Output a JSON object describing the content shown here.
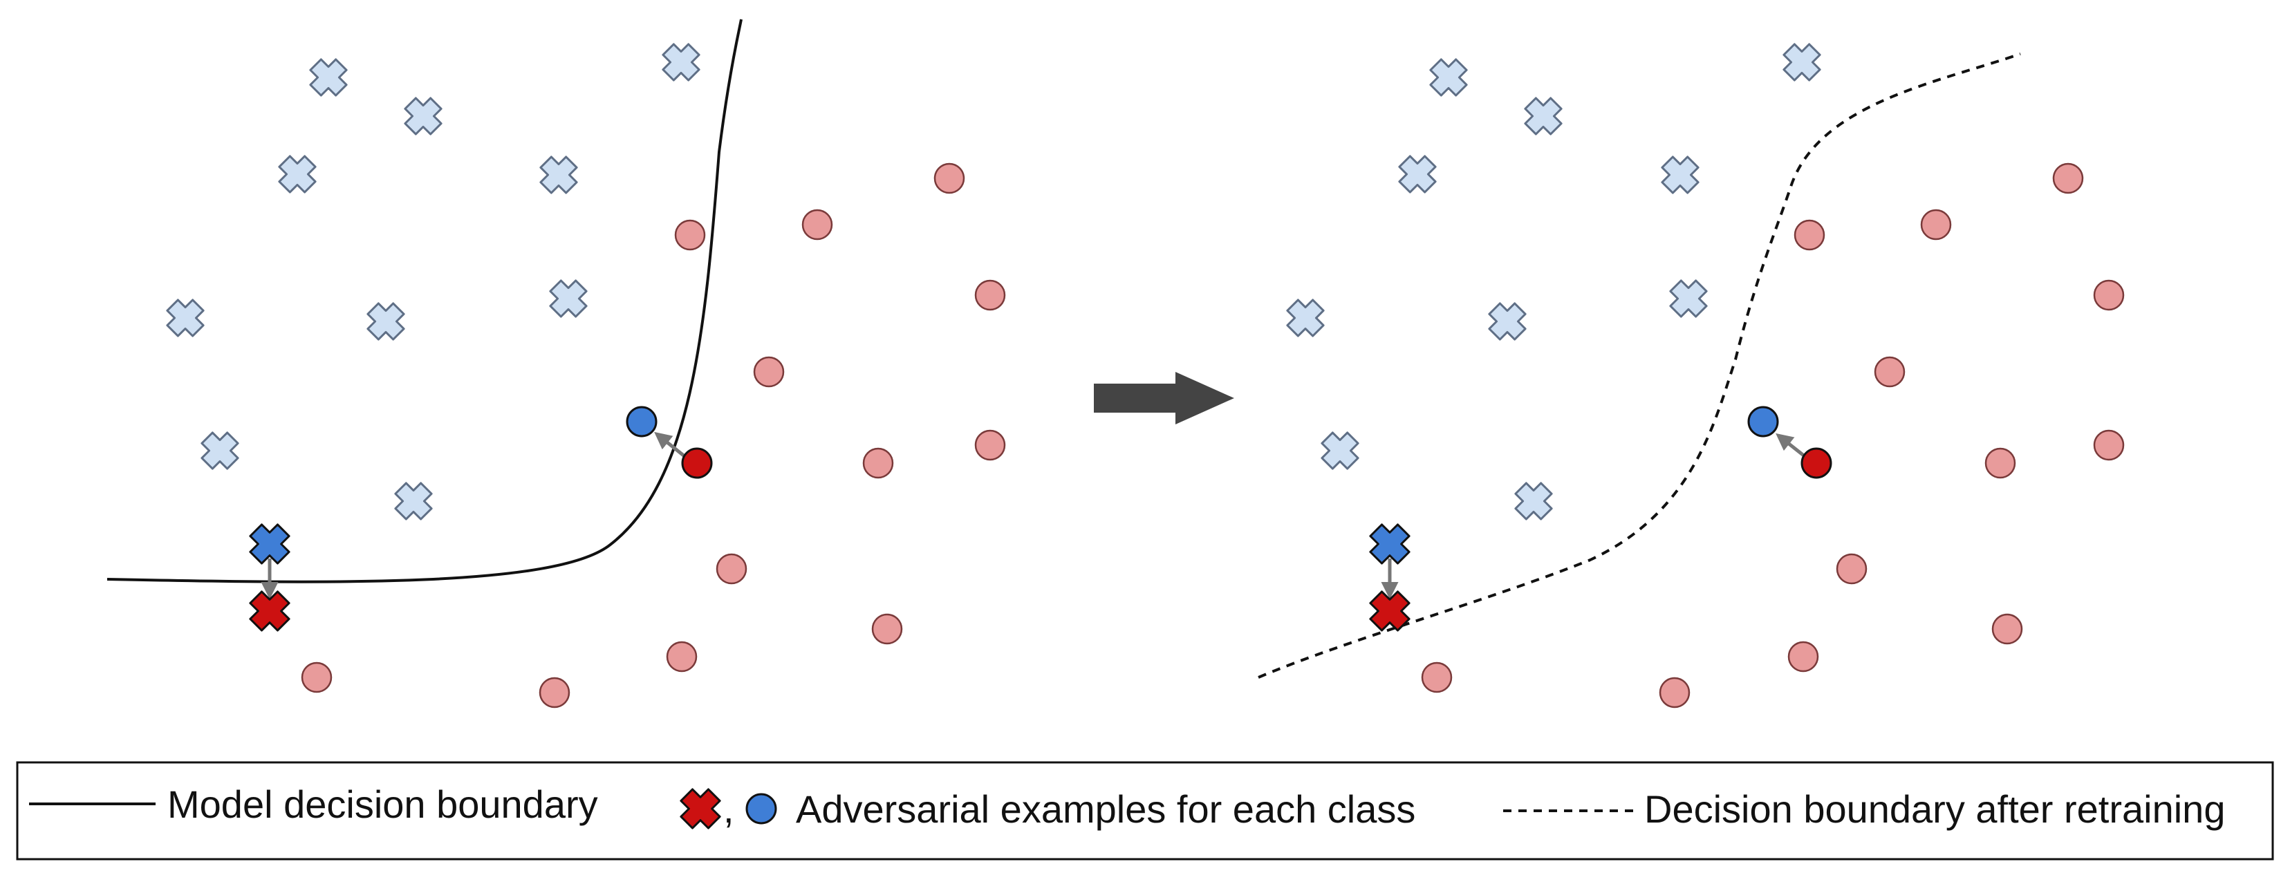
{
  "legend": {
    "solid_label": "Model decision boundary",
    "adversarial_separator": ",",
    "adversarial_label": "Adversarial examples for each class",
    "dashed_label": "Decision boundary after retraining"
  },
  "colors": {
    "cross_fill": "#cfe0f3",
    "cross_stroke": "#5f6f86",
    "circle_fill": "#e89b9b",
    "circle_stroke": "#7a3a3a",
    "adversarial_blue": "#3f7ed6",
    "adversarial_red": "#cc1111",
    "boundary": "#111111",
    "arrow": "#444444",
    "perturbation_arrow": "#777777"
  },
  "icons": {
    "cross_marker": "x-mark-icon",
    "circle_marker": "circle-icon",
    "transition": "right-arrow-icon"
  }
}
